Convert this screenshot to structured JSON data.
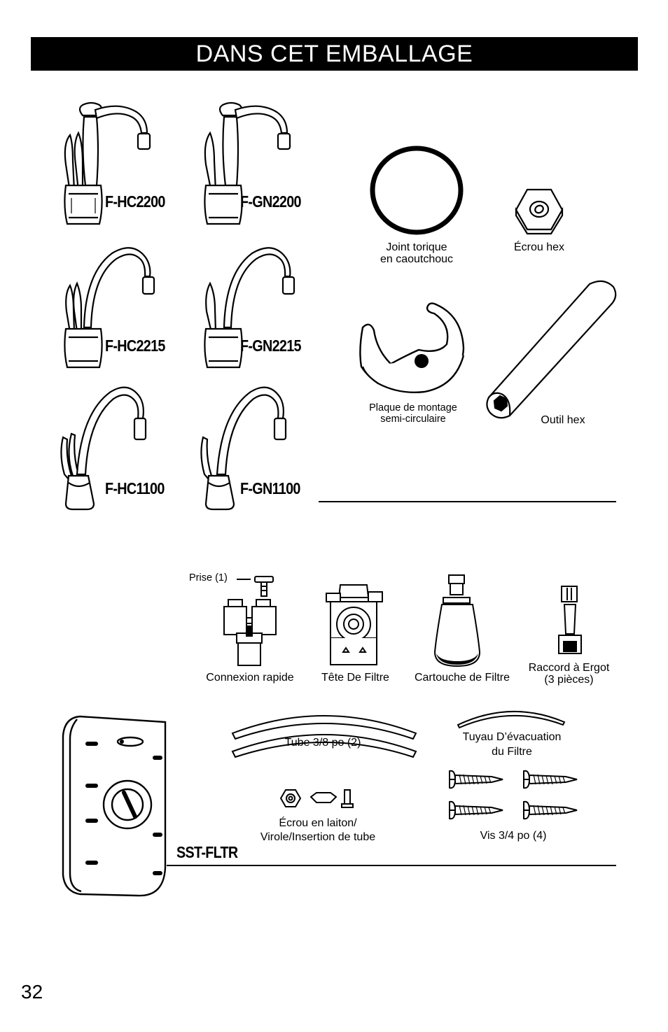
{
  "header": {
    "title": "DANS CET EMBALLAGE"
  },
  "faucets": [
    {
      "model": "F-HC2200"
    },
    {
      "model": "F-GN2200"
    },
    {
      "model": "F-HC2215"
    },
    {
      "model": "F-GN2215"
    },
    {
      "model": "F-HC1100"
    },
    {
      "model": "F-GN1100"
    }
  ],
  "parts_top": {
    "oring": [
      "Joint torique",
      "en caoutchouc"
    ],
    "hex_nut": "Écrou hex",
    "plate": [
      "Plaque de montage",
      "semi-circulaire"
    ],
    "hex_tool": "Outil hex"
  },
  "parts_filter": {
    "plug": "Prise (1)",
    "quick_connect": "Connexion rapide",
    "filter_head": "Tête De Filtre",
    "cartridge": "Cartouche de Filtre",
    "fitting": [
      "Raccord à Ergot",
      "(3 pièces)"
    ],
    "tube": "Tube 3/8 po (2)",
    "drain": [
      "Tuyau D’évacuation",
      "du Filtre"
    ],
    "brass": [
      "Écrou en laiton/",
      "Virole/Insertion de tube"
    ],
    "screws": "Vis 3/4 po (4)",
    "kit_model": "SST-FLTR"
  },
  "page": {
    "number": "32"
  }
}
